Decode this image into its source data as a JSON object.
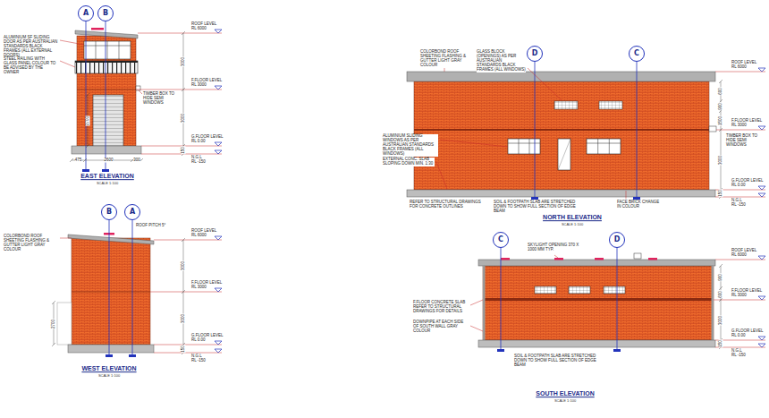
{
  "diagram": {
    "nodes": [
      {
        "text": [
          "A"
        ]
      },
      {
        "text": [
          "B"
        ]
      },
      {
        "text": [
          "D"
        ]
      },
      {
        "text": [
          "C"
        ]
      },
      {
        "text": [
          "B"
        ]
      },
      {
        "text": [
          "A"
        ]
      },
      {
        "text": [
          "C"
        ]
      },
      {
        "text": [
          "D"
        ]
      }
    ],
    "labels": [
      "ALUMINIUM SF SLIDING DOOR AS PER AUSTRALIAN STANDARDS BLACK FRAMES (ALL EXTERNAL DOORS)",
      "STEEL RAILING WITH GLASS PANEL COLOUR TO BE ADVISED BY THE OWNER",
      "TIMBER BOX TO HIDE SEMI WINDOWS",
      "ROOF LEVEL",
      "RL 6000",
      "F.FLOOR LEVEL",
      "RL 3000",
      "G.FLOOR LEVEL",
      "RL 0.00",
      "N.G.L",
      "RL -150",
      "3000",
      "3000",
      "150",
      "2700",
      "475",
      "2600",
      "300",
      "EAST ELEVATION",
      "SCALE 1:100",
      "COLORBOND ROOF SHEETING FLASHING & GUTTER LIGHT GRAY COLOUR",
      "ROOF PITCH 5°",
      "ROOF LEVEL",
      "RL 6000",
      "F.FLOOR LEVEL",
      "RL 3000",
      "G.FLOOR LEVEL",
      "RL 0.00",
      "N.G.L",
      "RL -150",
      "3000",
      "3000",
      "150",
      "2700",
      "WEST ELEVATION",
      "SCALE 1:100",
      "COLORBOND ROOF SHEETING FLASHING & GUTTER LIGHT GRAY COLOUR",
      "GLASS BLOCK (OPENINGS) AS PER AUSTRALIAN STANDARDS BLACK FRAMES (ALL WINDOWS)",
      "ROOF LEVEL",
      "RL 6000",
      "F.FLOOR LEVEL",
      "RL 3000",
      "G.FLOOR LEVEL",
      "RL 0.00",
      "N.G.L",
      "RL -150",
      "TIMBER BOX TO HIDE SEMI WINDOWS",
      "600",
      "900",
      "1500",
      "3000",
      "150",
      "ALUMINIUM SLIDING WINDOWS AS PER AUSTRALIAN STANDARDS BLACK FRAMES (ALL WINDOWS)",
      "EXTERNAL CONC. SLAB SLOPING DOWN MIN. 1:30",
      "REFER TO STRUCTURAL DRAWINGS FOR CONCRETE OUTLINES",
      "SOIL & FOOTPATH SLAB ARE STRETCHED DOWN TO SHOW FULL SECTION OF EDGE BEAM",
      "FACE BRICK CHANGE IN COLOUR",
      "NORTH ELEVATION",
      "SCALE 1:100",
      "SKYLIGHT OPENING 370 X 1000 MM TYP.",
      "ROOF LEVEL",
      "RL 6000",
      "F.FLOOR LEVEL",
      "RL 3000",
      "G.FLOOR LEVEL",
      "RL 0.00",
      "N.G.L",
      "RL -150",
      "900",
      "600",
      "3000",
      "150",
      "F.FLOOR CONCRETE SLAB REFER TO STRUCTURAL DRAWINGS FOR DETAILS",
      "DOWNPIPE AT EACH SIDE OF SOUTH WALL GRAY COLOUR",
      "SOIL & FOOTPATH SLAB ARE STRETCHED DOWN TO SHOW FULL SECTION OF EDGE BEAM",
      "SOUTH ELEVATION",
      "SCALE 1:100"
    ]
  }
}
